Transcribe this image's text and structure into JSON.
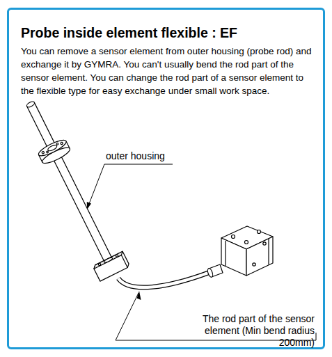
{
  "diagram": {
    "nodes": [
      {
        "text": [
          "Probe inside element flexible : EF",
          "You can remove a sensor element from outer housing (probe rod) and exchange it by GYMRA. You can't usually bend the rod part of the sensor element. You can change the rod part of a sensor element to the flexible type for easy exchange under small work space."
        ]
      }
    ],
    "labels": [
      "outer housing",
      "The rod part of the sensor element (Min bend radius 200mm)"
    ]
  }
}
